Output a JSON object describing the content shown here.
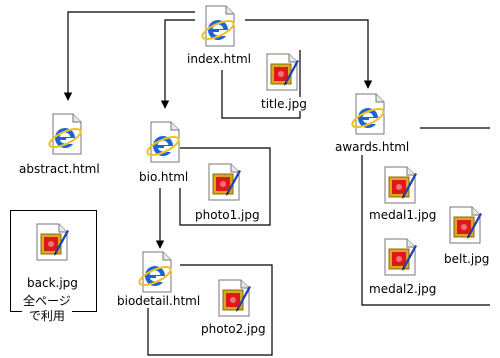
{
  "pages": {
    "index": "index.html",
    "abstract": "abstract.html",
    "bio": "bio.html",
    "biodetail": "biodetail.html",
    "awards": "awards.html"
  },
  "images": {
    "title": "title.jpg",
    "photo1": "photo1.jpg",
    "photo2": "photo2.jpg",
    "medal1": "medal1.jpg",
    "medal2": "medal2.jpg",
    "belt": "belt.jpg",
    "back": "back.jpg"
  },
  "shared_note": "全ページ\nで利用",
  "icons": {
    "html": "ie-html-file-icon",
    "jpg": "jpeg-image-file-icon"
  },
  "colors": {
    "line": "#000000",
    "ie_blue": "#1a63d8",
    "frame_gold": "#d8a820",
    "picture_red": "#e01818",
    "pen_blue": "#1f3fb8"
  }
}
